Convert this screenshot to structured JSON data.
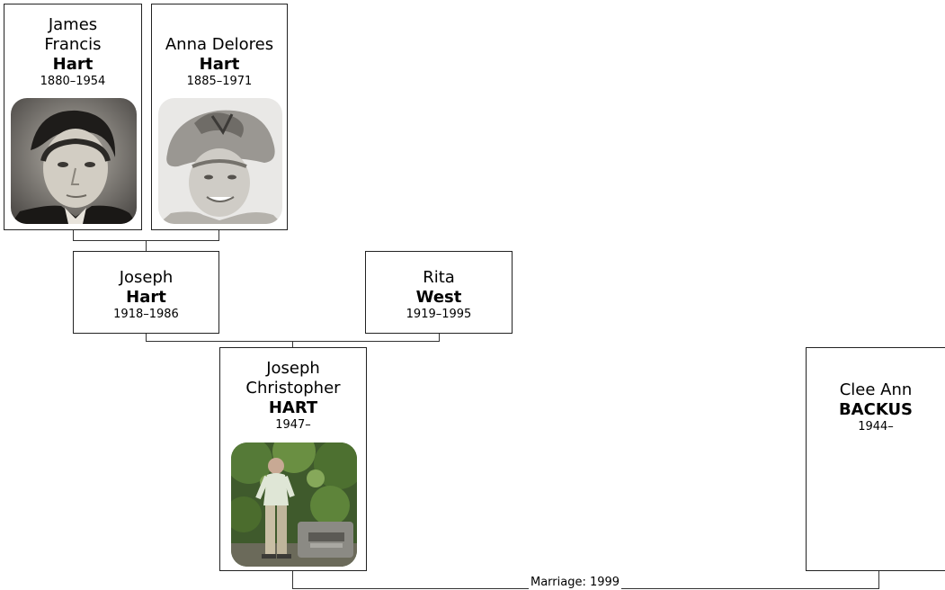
{
  "people": {
    "james": {
      "given": "James\nFrancis",
      "surname": "Hart",
      "dates": "1880–1954",
      "photo_icon": "portrait-photo"
    },
    "anna": {
      "given": "Anna Delores",
      "surname": "Hart",
      "dates": "1885–1971",
      "photo_icon": "portrait-photo"
    },
    "joseph": {
      "given": "Joseph",
      "surname": "Hart",
      "dates": "1918–1986"
    },
    "rita": {
      "given": "Rita",
      "surname": "West",
      "dates": "1919–1995"
    },
    "joseph_christopher": {
      "given": "Joseph\nChristopher",
      "surname": "HART",
      "dates": "1947–",
      "photo_icon": "outdoor-photo"
    },
    "clee": {
      "given": "Clee Ann",
      "surname": "BACKUS",
      "dates": "1944–"
    }
  },
  "marriage": {
    "label": "Marriage: 1999"
  },
  "colors": {
    "border": "#222222",
    "line": "#333333",
    "background": "#ffffff"
  }
}
